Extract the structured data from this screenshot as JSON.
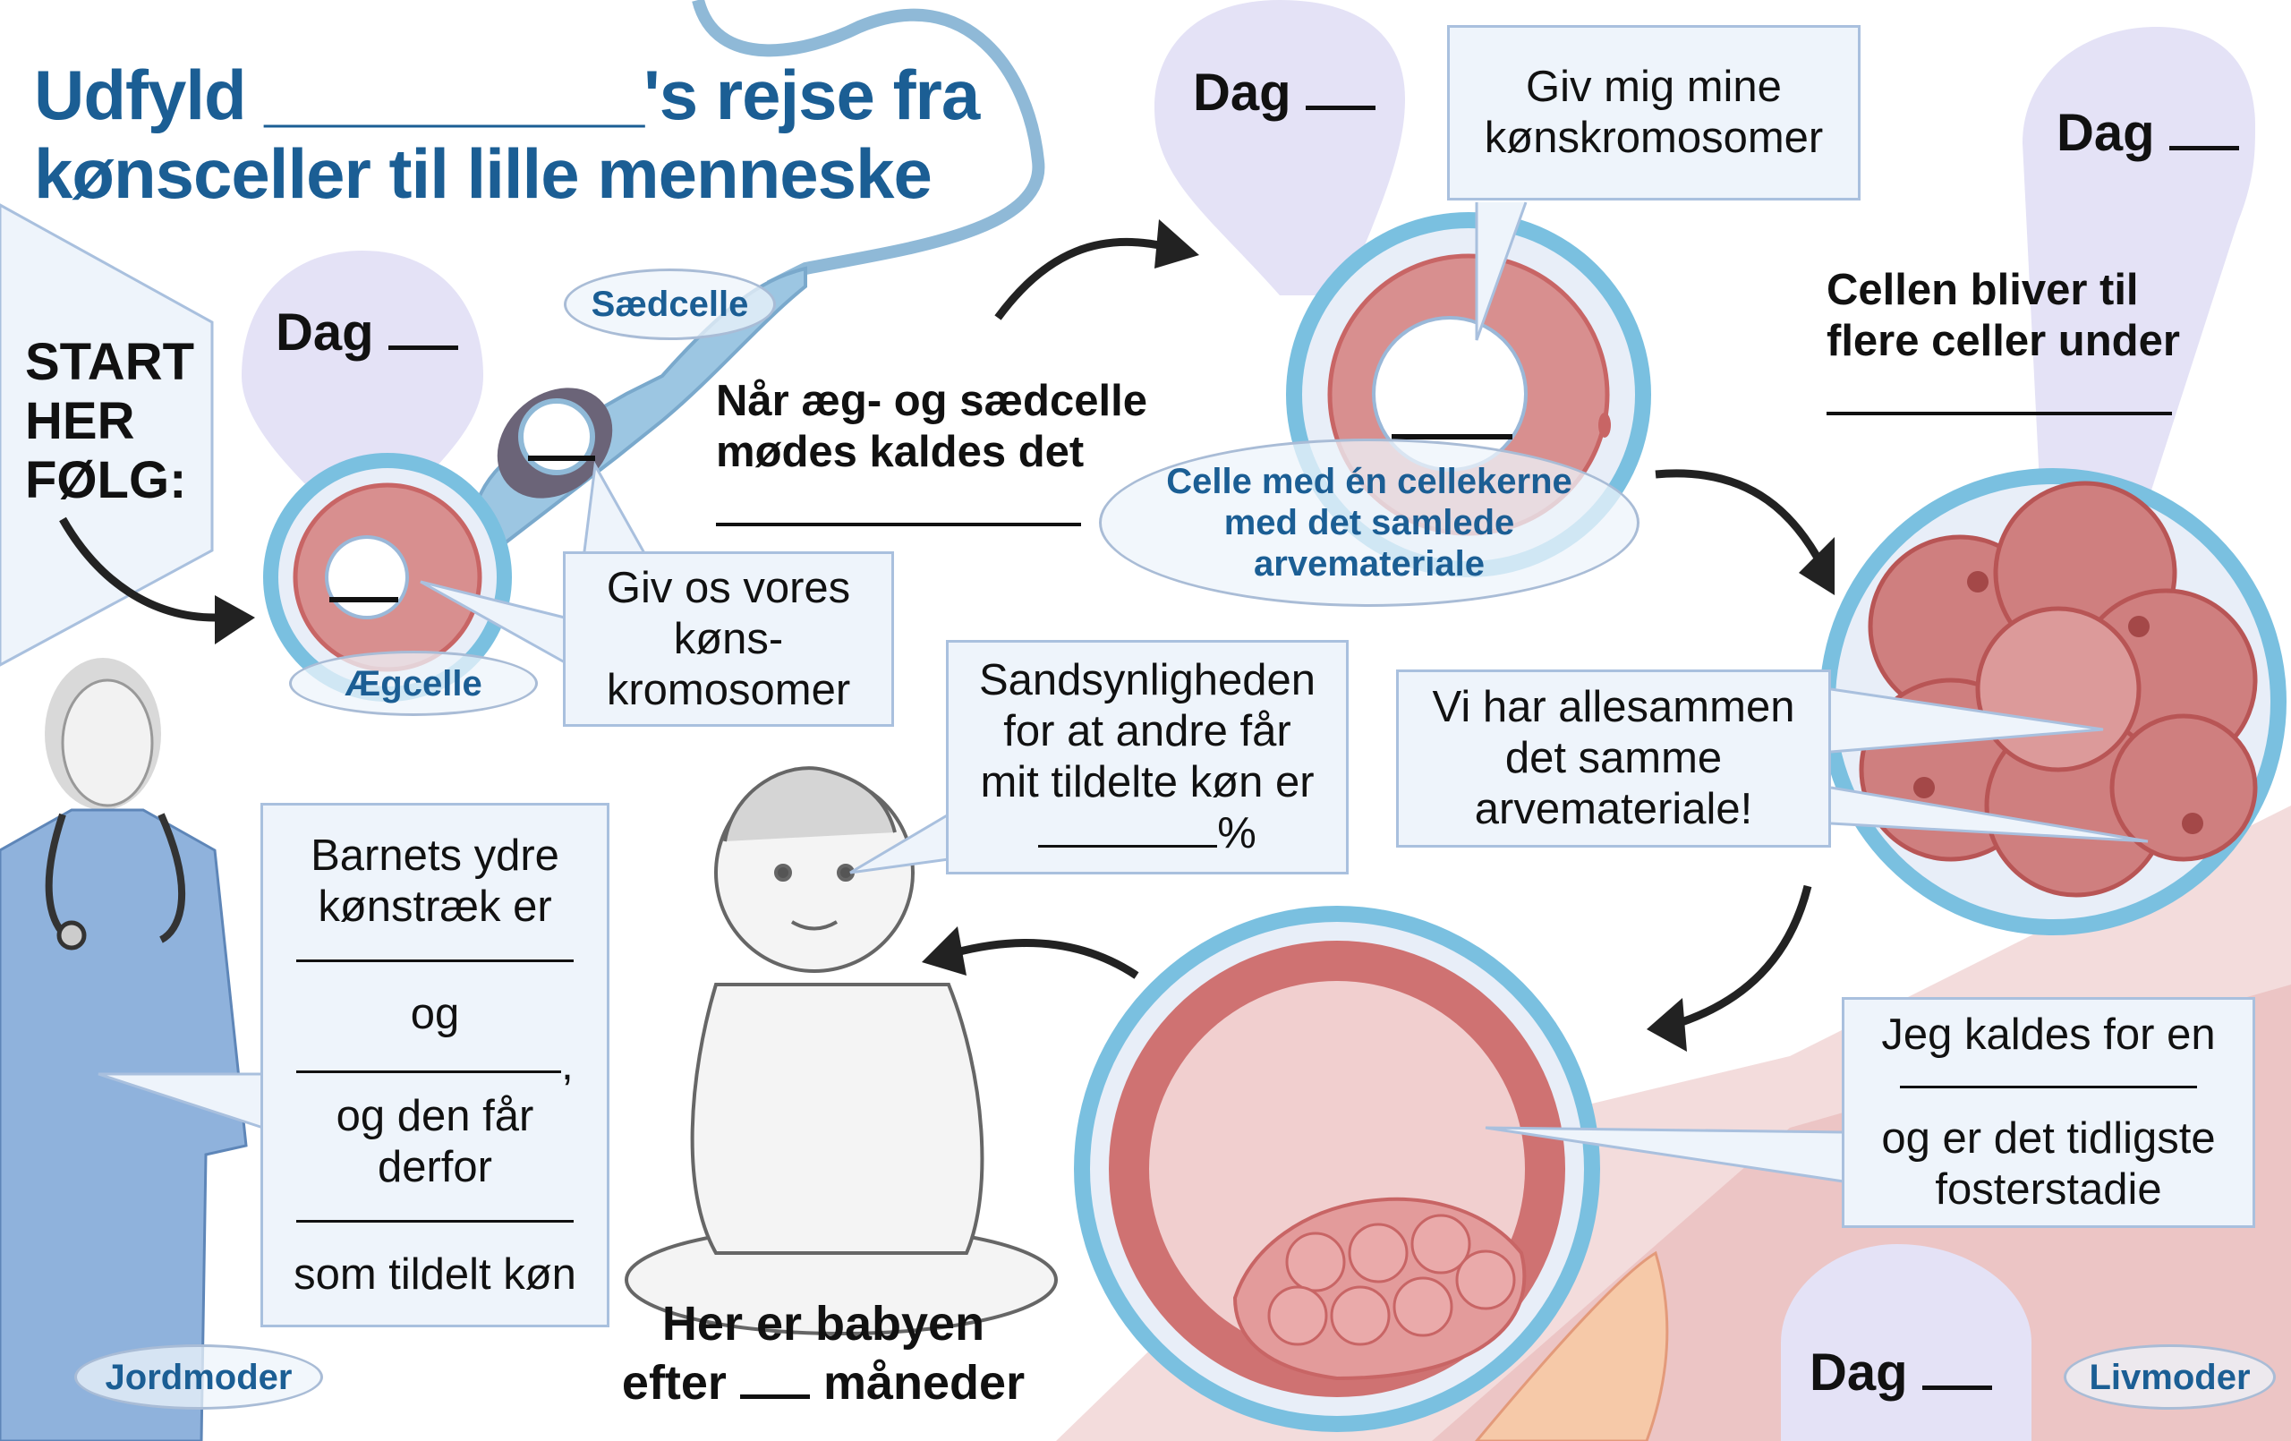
{
  "title": {
    "line1_start": "Udfyld ",
    "line1_blank": "__________",
    "line1_end": "'s rejse fra",
    "line2": "kønsceller til lille menneske"
  },
  "start": [
    "START",
    "HER",
    "FØLG:"
  ],
  "dag_labels": [
    "Dag",
    "Dag",
    "Dag",
    "Dag"
  ],
  "labels": {
    "sperm": "Sædcelle",
    "egg": "Ægcelle",
    "zygote": "Celle med én cellekerne med det samlede arvemateriale",
    "midwife": "Jordmoder",
    "uterus": "Livmoder"
  },
  "fertilization_text": "Når æg- og sædcelle mødes kaldes det",
  "cleavage_text": "Cellen bliver til flere celler under",
  "callouts": {
    "gametes": "Giv os vores køns-kromosomer",
    "zygote": "Giv mig mine kønskromosomer",
    "probability": [
      "Sandsynligheden",
      "for at andre får",
      "mit tildelte køn er",
      "%"
    ],
    "same_dna": "Vi har allesammen det samme arvemateriale!",
    "blastocyst": [
      "Jeg kaldes for en",
      "og er det tidligste fosterstadie"
    ],
    "child_sex": [
      "Barnets ydre kønstræk er",
      "og",
      ",",
      "og den får derfor",
      "som tildelt køn"
    ]
  },
  "baby_text": {
    "line1": "Her er babyen",
    "line2_start": "efter",
    "line2_end": "måneder"
  },
  "colors": {
    "title": "#1b5e94",
    "bubble": "#e4e2f6",
    "zona": "#7ac0e0",
    "cell": "#d88f8f",
    "box": "#eef4fb"
  }
}
